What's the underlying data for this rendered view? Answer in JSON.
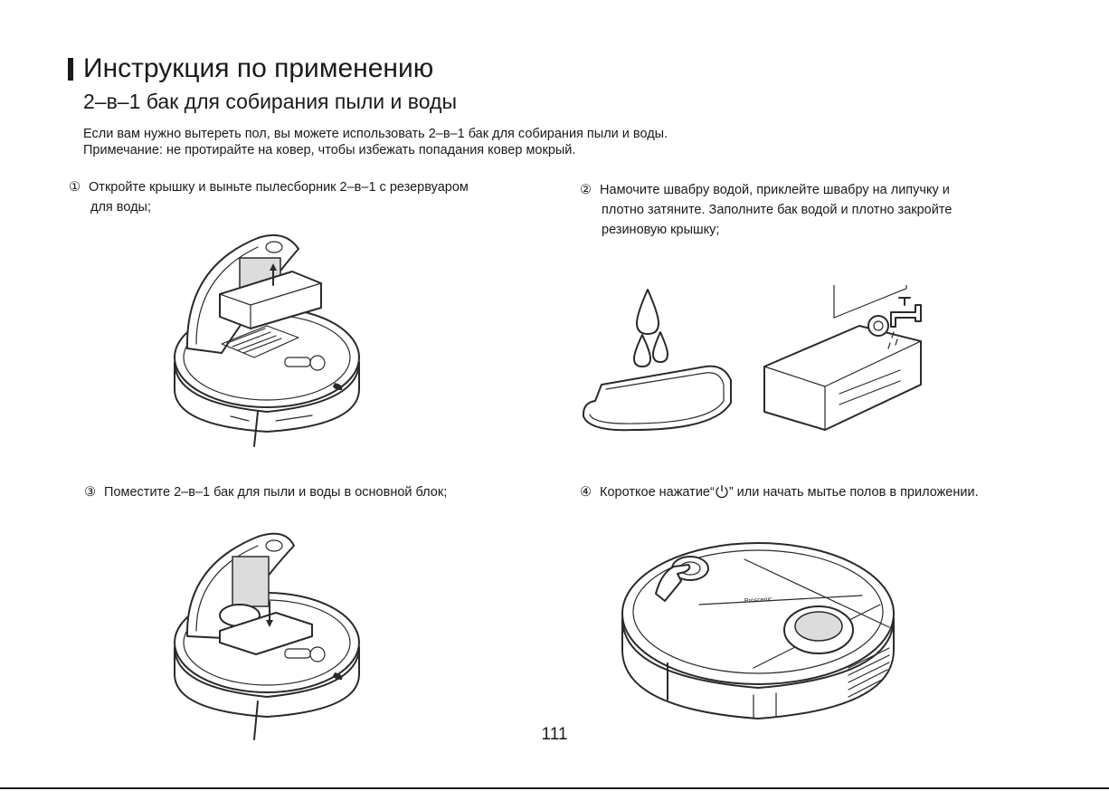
{
  "header": {
    "title": "Инструкция по применению",
    "subtitle": "2–в–1 бак для собирания пыли и воды"
  },
  "intro": {
    "line1": "Если вам нужно вытереть пол, вы можете использовать 2–в–1 бак для собирания пыли и воды.",
    "line2": "Примечание: не протирайте на ковер, чтобы избежать попадания ковер мокрый."
  },
  "steps": [
    {
      "number": "①",
      "lines": [
        "Откройте крышку и выньте пылесборник 2–в–1 с резервуаром",
        "для воды;"
      ]
    },
    {
      "number": "②",
      "lines": [
        "Намочите швабру водой, приклейте швабру на липучку и",
        "плотно затяните. Заполните  бак водой и плотно закройте",
        "резиновую крышку;"
      ]
    },
    {
      "number": "③",
      "lines": [
        "Поместите 2–в–1 бак для пыли и воды в основной блок;"
      ]
    },
    {
      "number": "④",
      "text_before": "Короткое нажатие“",
      "icon": "power-icon",
      "text_after": "” или начать мытье полов в приложении."
    }
  ],
  "illustrations": {
    "robot_brand_label": "Proscenic"
  },
  "footer": {
    "page_number": "111"
  }
}
